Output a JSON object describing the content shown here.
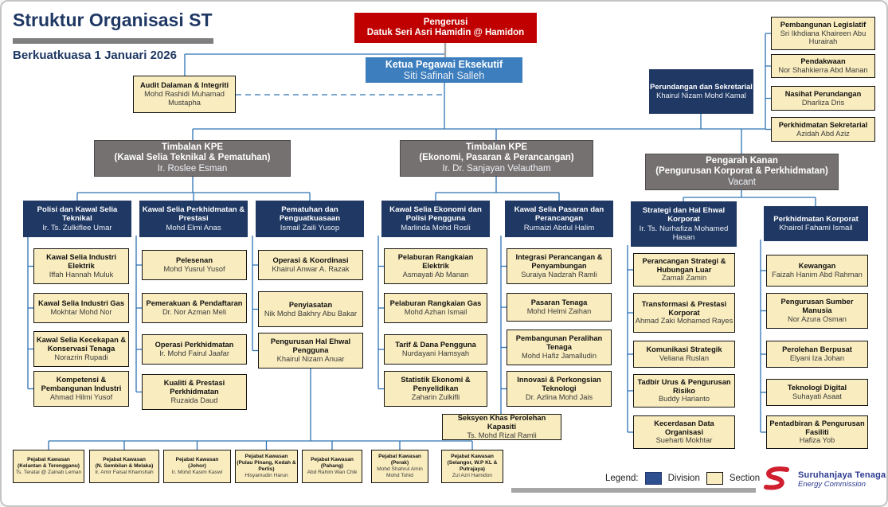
{
  "page": {
    "title": "Struktur Organisasi ST",
    "effective_date": "Berkuatkuasa 1 Januari 2026"
  },
  "top": {
    "chairman": {
      "title": "Pengerusi",
      "name": "Datuk Seri Asri Hamidin @ Hamidon"
    },
    "ceo": {
      "title": "Ketua Pegawai Eksekutif",
      "name": "Siti Safinah Salleh"
    },
    "audit": {
      "title": "Audit Dalaman & Integriti",
      "name": "Mohd Rashidi Muhamad Mustapha"
    },
    "legal_division": {
      "title": "Perundangan dan Sekretarial",
      "name": "Khairul Nizam Mohd Kamal"
    },
    "legal_sections": [
      {
        "title": "Pembangunan Legislatif",
        "name": "Sri Ikhdiana Khaireen Abu Hurairah"
      },
      {
        "title": "Pendakwaan",
        "name": "Nor Shahkierra Abd Manan"
      },
      {
        "title": "Nasihat Perundangan",
        "name": "Dharliza Dris"
      },
      {
        "title": "Perkhidmatan Sekretarial",
        "name": "Azidah Abd Aziz"
      }
    ]
  },
  "deputies": [
    {
      "title": "Timbalan KPE",
      "subtitle": "(Kawal Selia Teknikal & Pematuhan)",
      "name": "Ir. Roslee Esman"
    },
    {
      "title": "Timbalan KPE",
      "subtitle": "(Ekonomi, Pasaran & Perancangan)",
      "name": "Ir. Dr. Sanjayan Velautham"
    },
    {
      "title": "Pengarah Kanan",
      "subtitle": "(Pengurusan Korporat & Perkhidmatan)",
      "name": "Vacant"
    }
  ],
  "divisions": [
    {
      "title": "Polisi dan Kawal Selia Teknikal",
      "name": "Ir. Ts. Zulkiflee Umar",
      "sections": [
        {
          "title": "Kawal Selia Industri Elektrik",
          "name": "Iffah Hannah Muluk"
        },
        {
          "title": "Kawal Selia Industri Gas",
          "name": "Mokhtar Mohd Nor"
        },
        {
          "title": "Kawal Selia Kecekapan & Konservasi Tenaga",
          "name": "Norazrin Rupadi"
        },
        {
          "title": "Kompetensi & Pembangunan Industri",
          "name": "Ahmad Hilmi Yusof"
        }
      ]
    },
    {
      "title": "Kawal Selia Perkhidmatan & Prestasi",
      "name": "Mohd Elmi Anas",
      "sections": [
        {
          "title": "Pelesenan",
          "name": "Mohd Yusrul Yusof"
        },
        {
          "title": "Pemerakuan & Pendaftaran",
          "name": "Dr. Nor Azman Meli"
        },
        {
          "title": "Operasi Perkhidmatan",
          "name": "Ir. Mohd Fairul Jaafar"
        },
        {
          "title": "Kualiti & Prestasi Perkhidmatan",
          "name": "Ruzaida Daud"
        }
      ]
    },
    {
      "title": "Pematuhan dan Penguatkuasaan",
      "name": "Ismail Zaili Yusop",
      "sections": [
        {
          "title": "Operasi & Koordinasi",
          "name": "Khairul Anwar A. Razak"
        },
        {
          "title": "Penyiasatan",
          "name": "Nik Mohd Bakhry Abu Bakar"
        },
        {
          "title": "Pengurusan Hal Ehwal Pengguna",
          "name": "Khairul Nizam Anuar"
        }
      ]
    },
    {
      "title": "Kawal Selia Ekonomi dan Polisi Pengguna",
      "name": "Marlinda Mohd Rosli",
      "sections": [
        {
          "title": "Pelaburan Rangkaian Elektrik",
          "name": "Asmayati Ab Manan"
        },
        {
          "title": "Pelaburan Rangkaian Gas",
          "name": "Mohd Azhan Ismail"
        },
        {
          "title": "Tarif & Dana Pengguna",
          "name": "Nurdayani Hamsyah"
        },
        {
          "title": "Statistik Ekonomi & Penyelidikan",
          "name": "Zaharin Zulkifli"
        }
      ]
    },
    {
      "title": "Kawal Selia Pasaran dan Perancangan",
      "name": "Rumaizi Abdul Halim",
      "sections": [
        {
          "title": "Integrasi Perancangan & Penyambungan",
          "name": "Suraiya Nadzrah Ramli"
        },
        {
          "title": "Pasaran Tenaga",
          "name": "Mohd Helmi Zaihan"
        },
        {
          "title": "Pembangunan Peralihan Tenaga",
          "name": "Mohd Hafiz Jamalludin"
        },
        {
          "title": "Innovasi & Perkongsian Teknologi",
          "name": "Dr. Azlina Mohd Jais"
        }
      ]
    },
    {
      "title": "Strategi dan Hal Ehwal Korporat",
      "name": "Ir. Ts. Nurhafiza Mohamed Hasan",
      "sections": [
        {
          "title": "Perancangan Strategi & Hubungan Luar",
          "name": "Zamali Zamin"
        },
        {
          "title": "Transformasi & Prestasi Korporat",
          "name": "Ahmad Zaki Mohamed Rayes"
        },
        {
          "title": "Komunikasi Strategik",
          "name": "Veliana Ruslan"
        },
        {
          "title": "Tadbir Urus & Pengurusan Risiko",
          "name": "Buddy Harianto"
        },
        {
          "title": "Kecerdasan Data Organisasi",
          "name": "Sueharti Mokhtar"
        }
      ]
    },
    {
      "title": "Perkhidmatan Korporat",
      "name": "Khairol Fahami Ismail",
      "sections": [
        {
          "title": "Kewangan",
          "name": "Faizah Hanim Abd Rahman"
        },
        {
          "title": "Pengurusan Sumber Manusia",
          "name": "Nor Azura Osman"
        },
        {
          "title": "Perolehan Berpusat",
          "name": "Elyani Iza Johan"
        },
        {
          "title": "Teknologi Digital",
          "name": "Suhayati Asaat"
        },
        {
          "title": "Pentadbiran & Pengurusan Fasiliti",
          "name": "Hafiza Yob"
        }
      ]
    }
  ],
  "special_section": {
    "title": "Seksyen Khas Perolehan Kapasiti",
    "name": "Ts. Mohd Rizal Ramli"
  },
  "regional_offices": [
    {
      "title": "Pejabat Kawasan",
      "region": "(Kelantan & Terengganu)",
      "name": "Ts. Teratai @ Zainab Leman"
    },
    {
      "title": "Pejabat Kawasan",
      "region": "(N. Sembilan & Melaka)",
      "name": "Ir. Amir Faisal Khamshah"
    },
    {
      "title": "Pejabat Kawasan",
      "region": "(Johor)",
      "name": "Ir. Mohd Kasim Kaswi"
    },
    {
      "title": "Pejabat Kawasan",
      "region": "(Pulau Pinang, Kedah & Perlis)",
      "name": "Hisyamudin Harun"
    },
    {
      "title": "Pejabat Kawasan",
      "region": "(Pahang)",
      "name": "Abd Rahim Wan Chik"
    },
    {
      "title": "Pejabat Kawasan",
      "region": "(Perak)",
      "name": "Mohd Shahrul Amin Mohd Tohid"
    },
    {
      "title": "Pejabat Kawasan",
      "region": "(Selangor, W.P KL & Putrajaya)",
      "name": "Zul Azri Hamidon"
    }
  ],
  "legend": {
    "label": "Legend:",
    "items": [
      {
        "label": "Division",
        "color": "#1F3864"
      },
      {
        "label": "Section",
        "color": "#F9ECBE"
      }
    ]
  },
  "logo": {
    "name": "Suruhanjaya Tenaga",
    "subname": "Energy Commission"
  },
  "colors": {
    "chairman_red": "#C00000",
    "ceo_blue": "#3D7EBE",
    "division_navy": "#1F3864",
    "section_cream": "#F9ECBE",
    "deputy_gray": "#767171",
    "connector_blue": "#2E74B5"
  }
}
